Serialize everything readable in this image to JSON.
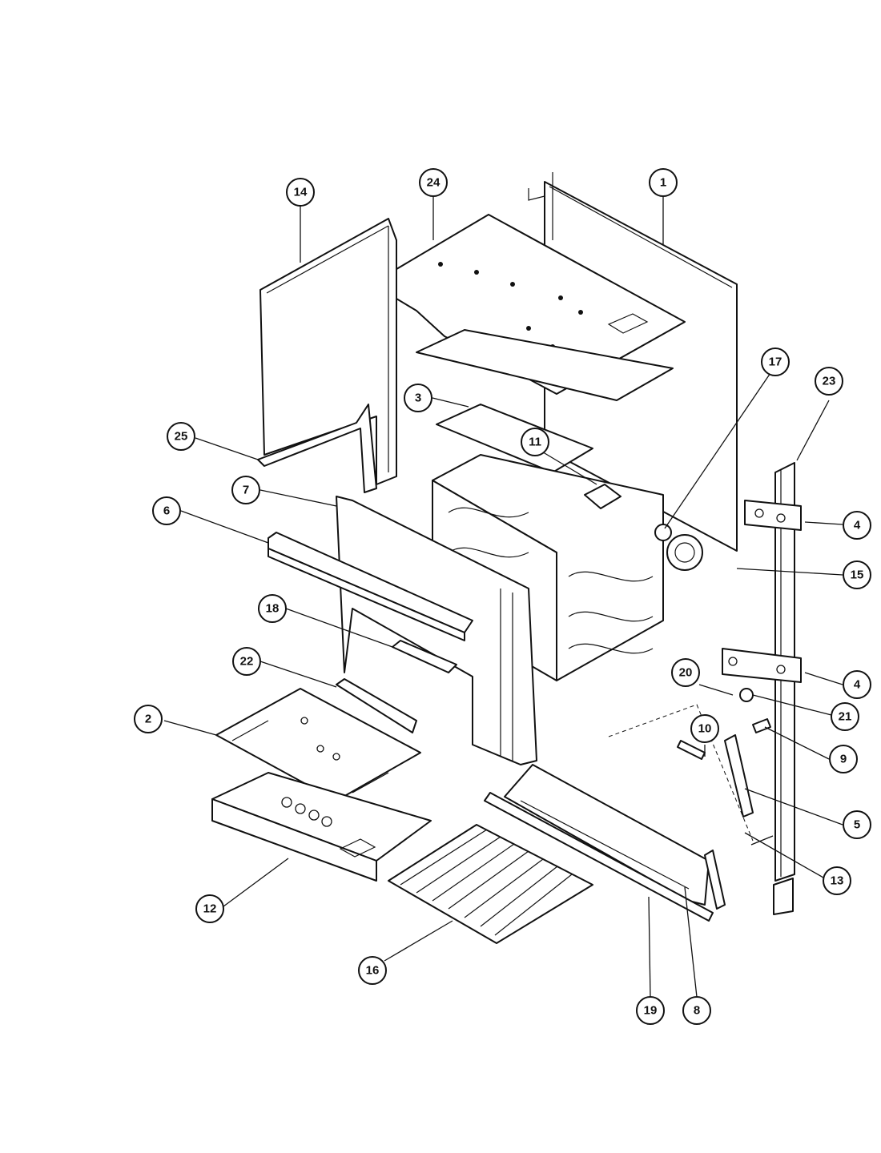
{
  "callouts": [
    {
      "id": "c1",
      "label": "1"
    },
    {
      "id": "c2",
      "label": "2"
    },
    {
      "id": "c3",
      "label": "3"
    },
    {
      "id": "c4a",
      "label": "4"
    },
    {
      "id": "c4b",
      "label": "4"
    },
    {
      "id": "c5",
      "label": "5"
    },
    {
      "id": "c6",
      "label": "6"
    },
    {
      "id": "c7",
      "label": "7"
    },
    {
      "id": "c8",
      "label": "8"
    },
    {
      "id": "c9",
      "label": "9"
    },
    {
      "id": "c10",
      "label": "10"
    },
    {
      "id": "c11",
      "label": "11"
    },
    {
      "id": "c12",
      "label": "12"
    },
    {
      "id": "c13",
      "label": "13"
    },
    {
      "id": "c14",
      "label": "14"
    },
    {
      "id": "c15",
      "label": "15"
    },
    {
      "id": "c16",
      "label": "16"
    },
    {
      "id": "c17",
      "label": "17"
    },
    {
      "id": "c18",
      "label": "18"
    },
    {
      "id": "c19",
      "label": "19"
    },
    {
      "id": "c20",
      "label": "20"
    },
    {
      "id": "c21",
      "label": "21"
    },
    {
      "id": "c22",
      "label": "22"
    },
    {
      "id": "c23",
      "label": "23"
    },
    {
      "id": "c24",
      "label": "24"
    },
    {
      "id": "c25",
      "label": "25"
    }
  ]
}
